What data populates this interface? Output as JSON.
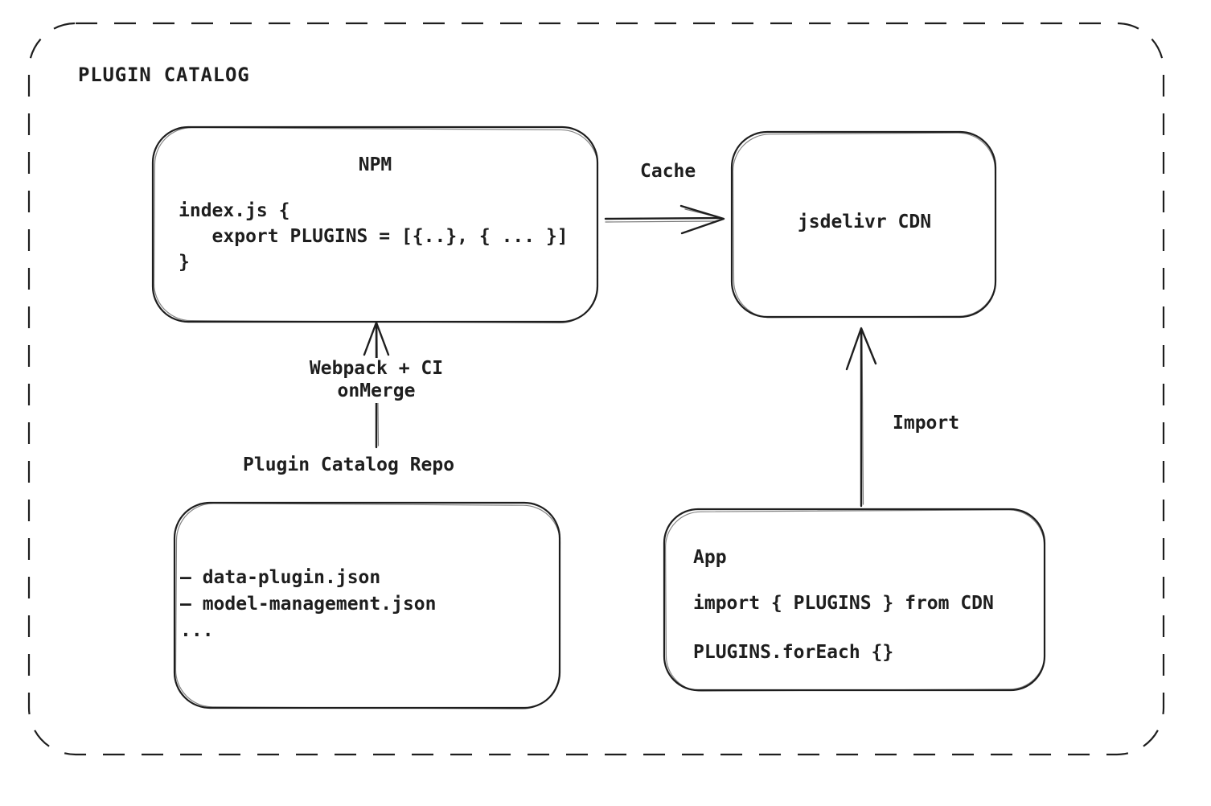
{
  "diagram": {
    "title": "PLUGIN CATALOG",
    "colors": {
      "stroke": "#1e1e1e",
      "background": "#ffffff"
    },
    "boxes": {
      "npm": {
        "title": "NPM",
        "code_lines": [
          "index.js {",
          "   export PLUGINS = [{..}, { ... }]",
          "}"
        ]
      },
      "cdn": {
        "title": "jsdelivr CDN"
      },
      "repo": {
        "title": "Plugin Catalog Repo",
        "items": [
          "– data-plugin.json",
          "– model-management.json",
          "..."
        ]
      },
      "app": {
        "title": "App",
        "code_lines": [
          "import { PLUGINS } from CDN",
          "PLUGINS.forEach {}"
        ]
      }
    },
    "arrows": {
      "cache": {
        "label": "Cache",
        "from": "NPM",
        "to": "jsdelivr CDN"
      },
      "build": {
        "label_line1": "Webpack + CI",
        "label_line2": "onMerge",
        "from": "Plugin Catalog Repo",
        "to": "NPM"
      },
      "import": {
        "label": "Import",
        "from": "App",
        "to": "jsdelivr CDN"
      }
    }
  }
}
